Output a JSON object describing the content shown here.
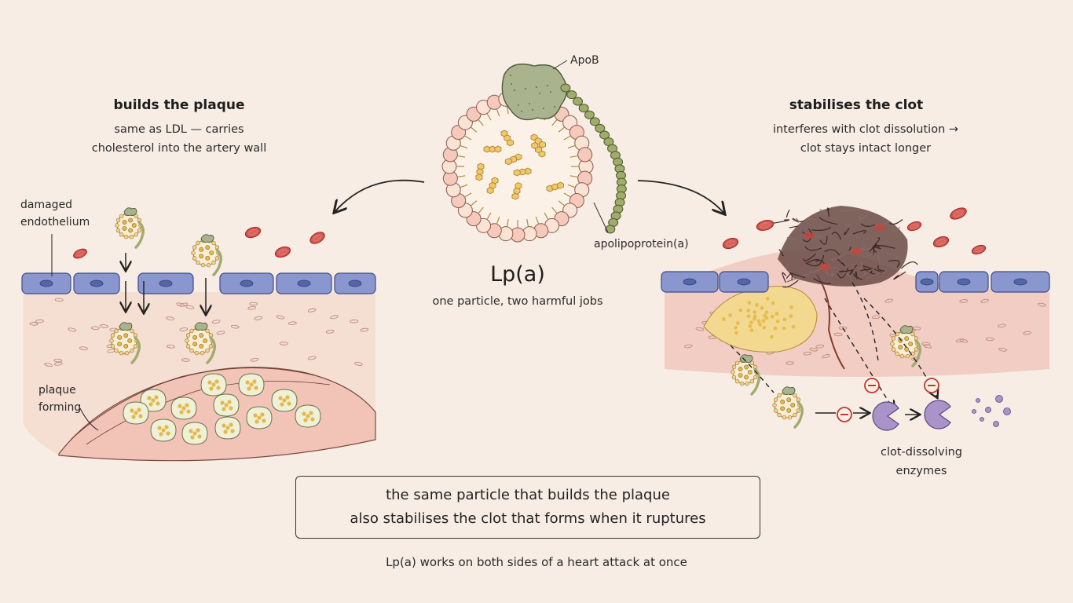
{
  "center": {
    "title": "Lp(a)",
    "subtitle": "one particle, two harmful jobs",
    "label_apob": "ApoB",
    "label_apoa": "apolipoprotein(a)"
  },
  "left": {
    "heading": "builds the plaque",
    "desc_line1": "same as LDL — carries",
    "desc_line2": "cholesterol into the artery wall",
    "label_endothelium_1": "damaged",
    "label_endothelium_2": "endothelium",
    "label_plaque_1": "plaque",
    "label_plaque_2": "forming"
  },
  "right": {
    "heading": "stabilises the clot",
    "desc_line1": "interferes with clot dissolution →",
    "desc_line2": "clot stays intact longer",
    "label_enzymes_1": "clot-dissolving",
    "label_enzymes_2": "enzymes"
  },
  "summary": {
    "line1": "the same particle that builds the plaque",
    "line2": "also stabilises the clot that forms when it ruptures"
  },
  "footer": "Lp(a) works on both sides of a heart attack at once",
  "colors": {
    "background": "#f7ede4",
    "endothelial_cell": "#8a97cf",
    "tissue": "#f1c9bf",
    "plaque_core": "#e6b84a",
    "red_cell": "#d8554f",
    "apob": "#a9b48e",
    "apoa": "#9fac6c",
    "enzyme": "#a993c8",
    "inhibitor": "#c0392b"
  }
}
